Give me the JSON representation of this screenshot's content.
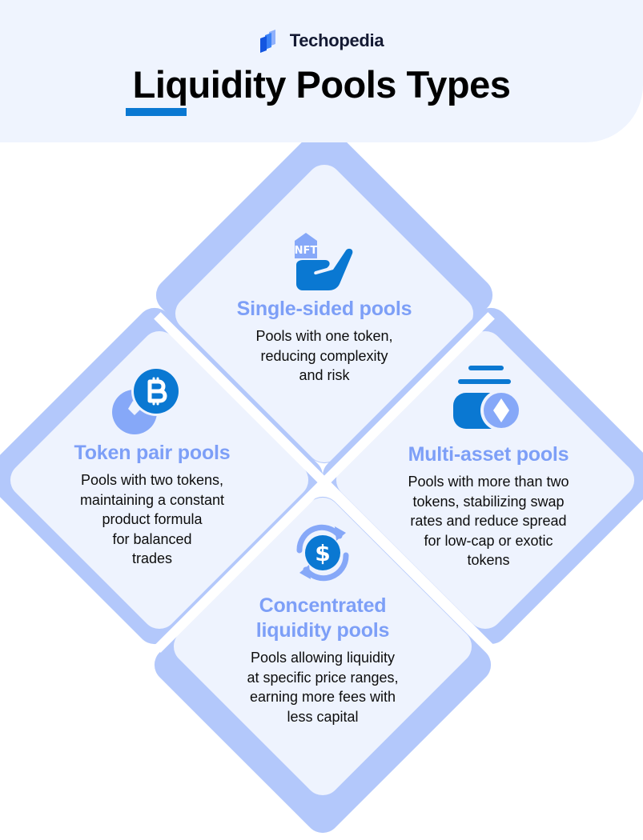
{
  "header": {
    "brand": {
      "name": "Techopedia",
      "logo_icon": "techopedia-logo-icon"
    },
    "title": "Liquidity Pools Types",
    "accent_color": "#0a78d2"
  },
  "colors": {
    "header_bg": "#eff4fe",
    "diamond_outer": "#b3c8fb",
    "diamond_inner": "#eef3fe",
    "heading": "#7d9ff7",
    "icon_dark": "#0a78d2",
    "icon_light": "#86a8f8",
    "body_text": "#0d0d0d"
  },
  "pools": [
    {
      "id": "single-sided",
      "icon": "nft-hand-icon",
      "icon_label": "NFT",
      "title": "Single-sided pools",
      "description_lines": [
        "Pools with one token,",
        "reducing complexity",
        "and risk"
      ]
    },
    {
      "id": "token-pair",
      "icon": "bitcoin-coins-icon",
      "title": "Token pair pools",
      "description_lines": [
        "Pools with two tokens,",
        "maintaining a constant",
        "product formula",
        "for balanced",
        "trades"
      ]
    },
    {
      "id": "multi-asset",
      "icon": "wallet-coin-icon",
      "title": "Multi-asset pools",
      "description_lines": [
        "Pools with more than two",
        "tokens, stabilizing swap",
        "rates and reduce spread",
        "for low-cap or exotic",
        "tokens"
      ]
    },
    {
      "id": "concentrated",
      "icon": "dollar-exchange-icon",
      "title_lines": [
        "Concentrated",
        "liquidity pools"
      ],
      "description_lines": [
        "Pools allowing liquidity",
        "at specific price ranges,",
        "earning more fees with",
        "less capital"
      ]
    }
  ]
}
